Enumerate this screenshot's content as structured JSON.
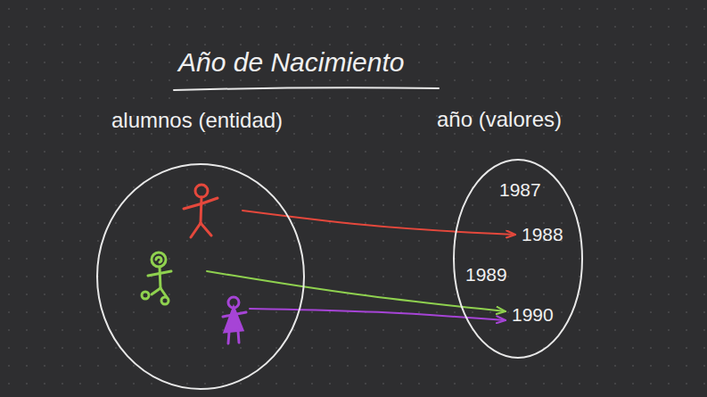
{
  "diagram": {
    "title": "Año de Nacimiento",
    "nodes": [
      {
        "text": [
          "alumnos (entidad)"
        ]
      },
      {
        "text": [
          "año (valores)"
        ]
      },
      {
        "text": [
          "1987"
        ],
        "in": 1
      },
      {
        "text": [
          "1988"
        ],
        "in": 1
      },
      {
        "text": [
          "1989"
        ],
        "in": 1
      },
      {
        "text": [
          "1990"
        ],
        "in": 1
      }
    ],
    "edges": [
      {
        "from": 0,
        "to": 3,
        "arrow": "to"
      },
      {
        "from": 0,
        "to": 5,
        "arrow": "to"
      },
      {
        "from": 0,
        "to": 5,
        "arrow": "to"
      }
    ]
  }
}
